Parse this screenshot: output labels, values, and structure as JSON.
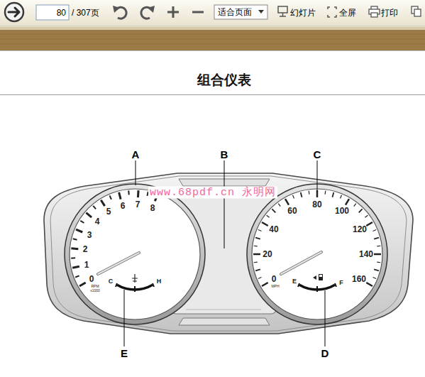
{
  "diagram": {
    "title": "组合仪表",
    "labels": [
      "80",
      "/ 307页",
      "适合页面",
      "幻灯片",
      "全屏",
      "打印",
      "A",
      "B",
      "C",
      "www.68pdf.cn 永明网",
      "7",
      "8",
      "6",
      "5",
      "4",
      "3",
      "2",
      "1",
      "0",
      "RPM",
      "x1000",
      "C",
      "H",
      "80",
      "60",
      "100",
      "40",
      "120",
      "20",
      "140",
      "0",
      "MPH",
      "160",
      "E",
      "F",
      "E",
      "D"
    ]
  }
}
